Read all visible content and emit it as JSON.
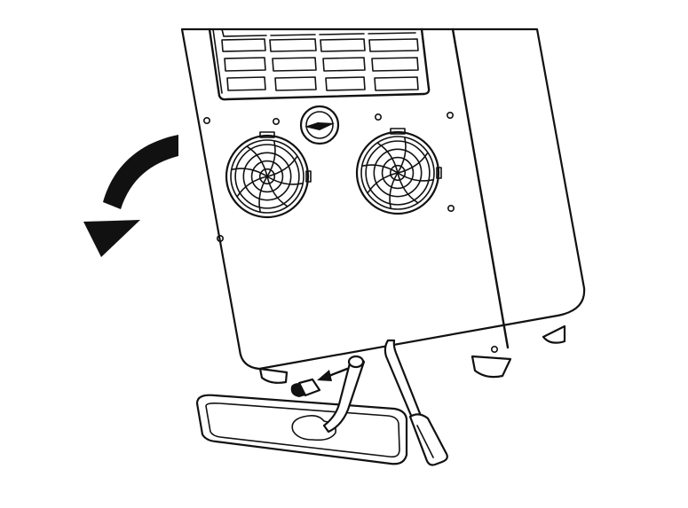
{
  "figure": {
    "subject": "portable-air-conditioner-rear-drain",
    "colors": {
      "line": "#111111",
      "background": "#ffffff"
    },
    "arrows": {
      "tilt_direction": "counter-clockwise",
      "drain_flow_direction": "left"
    },
    "parts": {
      "unit": "air-conditioner-unit",
      "grille": "air-intake-grille",
      "knob": "rear-knob",
      "fans": [
        "left-fan-vent",
        "right-fan-vent"
      ],
      "drain_pan": "drip-pan",
      "drain_cap": "drain-plug-cap",
      "drain_tube": "drain-outlet-tube",
      "tool": "screwdriver"
    }
  }
}
